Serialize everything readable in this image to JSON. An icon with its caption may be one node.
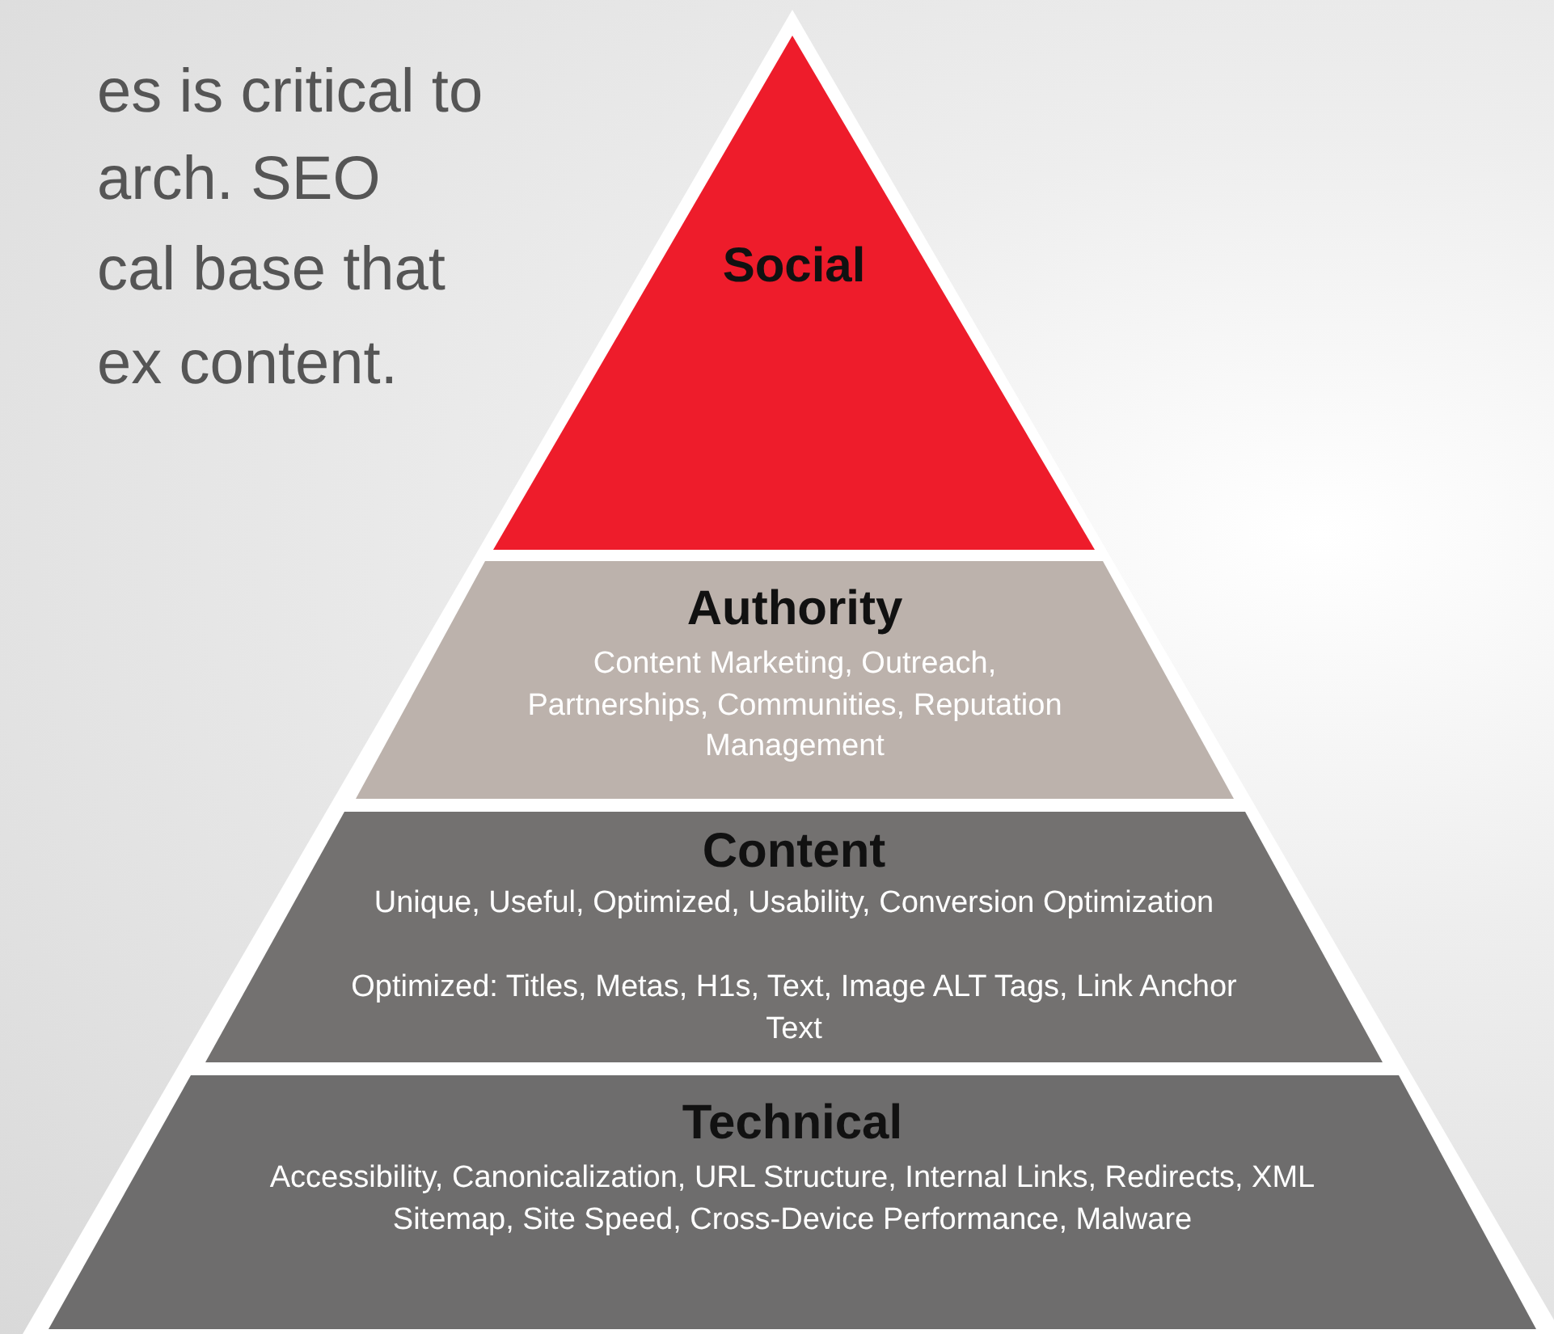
{
  "diagram": {
    "nodes": [
      {
        "text": [
          "Social"
        ]
      },
      {
        "text": [
          "Authority",
          "Content Marketing, Outreach, Partnerships, Communities, Reputation Management"
        ]
      },
      {
        "text": [
          "Content",
          "Unique, Useful, Optimized, Usability, Conversion Optimization",
          "Optimized: Titles, Metas, H1s, Text, Image ALT Tags, Link Anchor Text"
        ]
      },
      {
        "text": [
          "Technical",
          "Accessibility, Canonicalization, URL Structure, Internal Links, Redirects, XML Sitemap, Site Speed, Cross-Device Performance, Malware"
        ]
      }
    ],
    "labels": [
      "es is critical to",
      "arch. SEO",
      "cal base that",
      "ex content."
    ]
  }
}
